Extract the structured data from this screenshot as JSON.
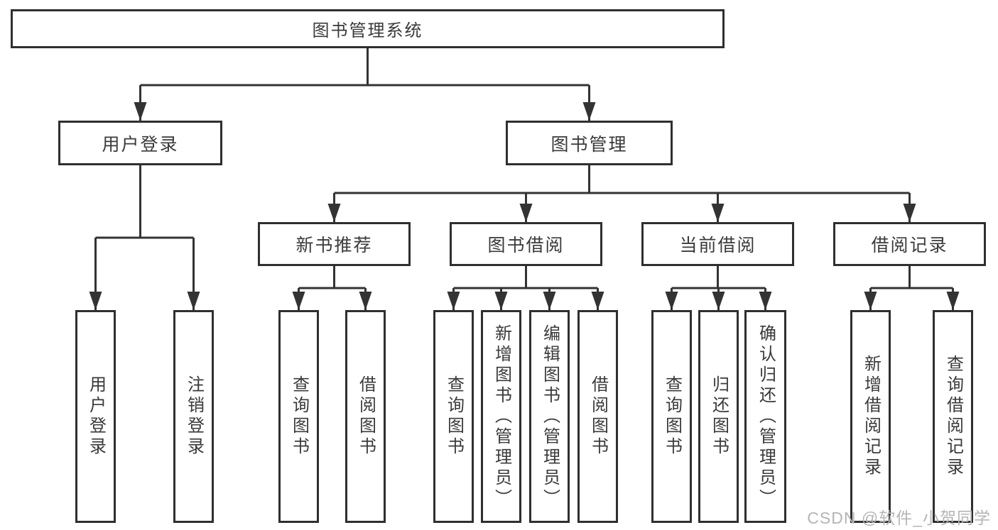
{
  "colors": {
    "canvas_bg": "#ffffff",
    "box_fill": "#ffffff",
    "box_border": "#2f2f2f",
    "line": "#333333",
    "text": "#3a3a3a",
    "watermark": "#b5b5b5"
  },
  "watermark": "CSDN @软件_小贺同学",
  "tree": {
    "root": {
      "label": "图书管理系统"
    },
    "user_login": {
      "label": "用户登录",
      "children": [
        "用户登录",
        "注销登录"
      ]
    },
    "book_management": {
      "label": "图书管理",
      "modules": {
        "new_book_recommend": {
          "label": "新书推荐",
          "children": [
            "查询图书",
            "借阅图书"
          ]
        },
        "book_borrow": {
          "label": "图书借阅",
          "children": [
            "查询图书",
            "新增图书（管理员）",
            "编辑图书（管理员）",
            "借阅图书"
          ]
        },
        "current_borrow": {
          "label": "当前借阅",
          "children": [
            "查询图书",
            "归还图书",
            "确认归还（管理员）"
          ]
        },
        "borrow_records": {
          "label": "借阅记录",
          "children": [
            "新增借阅记录",
            "查询借阅记录"
          ]
        }
      }
    }
  }
}
